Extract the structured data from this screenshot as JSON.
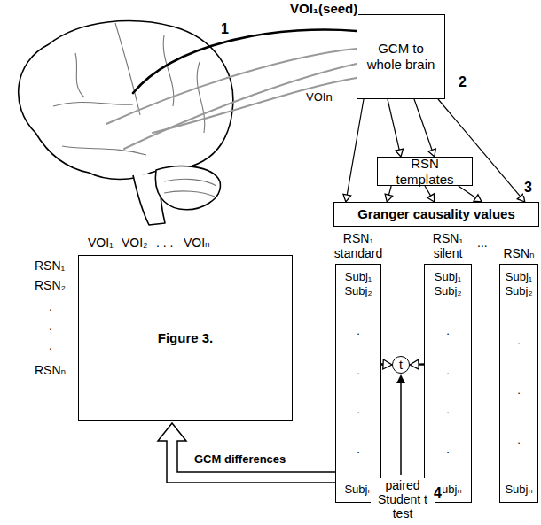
{
  "diagram": {
    "nodes": [
      {
        "text": [
          "GCM to whole brain"
        ]
      },
      {
        "text": [
          "RSN templates"
        ]
      },
      {
        "text": [
          "Granger causality values"
        ]
      },
      {
        "text": [
          "RSN₁ standard",
          "Subj₁",
          "Subj₂",
          ".",
          ".",
          ".",
          ".",
          "Subjₙ"
        ]
      },
      {
        "text": [
          "RSN₁ silent",
          "Subj₁",
          "Subj₂",
          ".",
          ".",
          ".",
          ".",
          "Subjₙ"
        ]
      },
      {
        "text": [
          "RSNₙ",
          "Subj₁",
          "Subj₂",
          ".",
          ".",
          ".",
          "Subjₙ"
        ]
      },
      {
        "text": [
          "t"
        ]
      },
      {
        "text": [
          "Figure 3."
        ]
      }
    ],
    "edges": [
      {
        "from": 0,
        "to": 2,
        "arrow": "to"
      },
      {
        "from": 0,
        "to": 1,
        "arrow": "to"
      },
      {
        "from": 0,
        "to": 1,
        "arrow": "to"
      },
      {
        "from": 0,
        "to": 2,
        "arrow": "to"
      },
      {
        "from": 1,
        "to": 2,
        "arrow": "to"
      },
      {
        "from": 1,
        "to": 2,
        "arrow": "to"
      },
      {
        "from": 1,
        "to": 2,
        "arrow": "to"
      },
      {
        "from": 3,
        "to": 6,
        "arrow": "to"
      },
      {
        "from": 4,
        "to": 6,
        "arrow": "to"
      }
    ],
    "labels": [
      "VOI₁(seed)",
      "1",
      "VOIn",
      "2",
      "3",
      "...",
      "paired Student t test",
      "4",
      "GCM differences",
      "VOI₁",
      "VOI₂",
      ". . .",
      "VOIₙ",
      "RSN₁",
      "RSN₂",
      ".",
      ".",
      ".",
      "RSNₙ"
    ]
  }
}
